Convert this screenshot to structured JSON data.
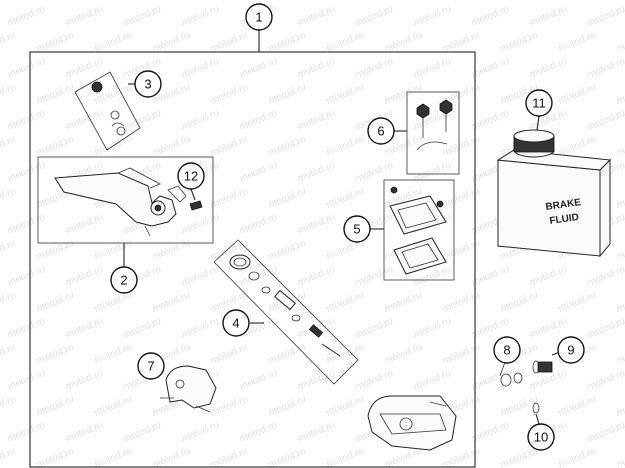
{
  "watermark": "motod.ru",
  "callouts": {
    "c1": "1",
    "c2": "2",
    "c3": "3",
    "c4": "4",
    "c5": "5",
    "c6": "6",
    "c7": "7",
    "c8": "8",
    "c9": "9",
    "c10": "10",
    "c11": "11",
    "c12": "12"
  },
  "bottle_label": {
    "line1": "BRAKE",
    "line2": "FLUID"
  }
}
